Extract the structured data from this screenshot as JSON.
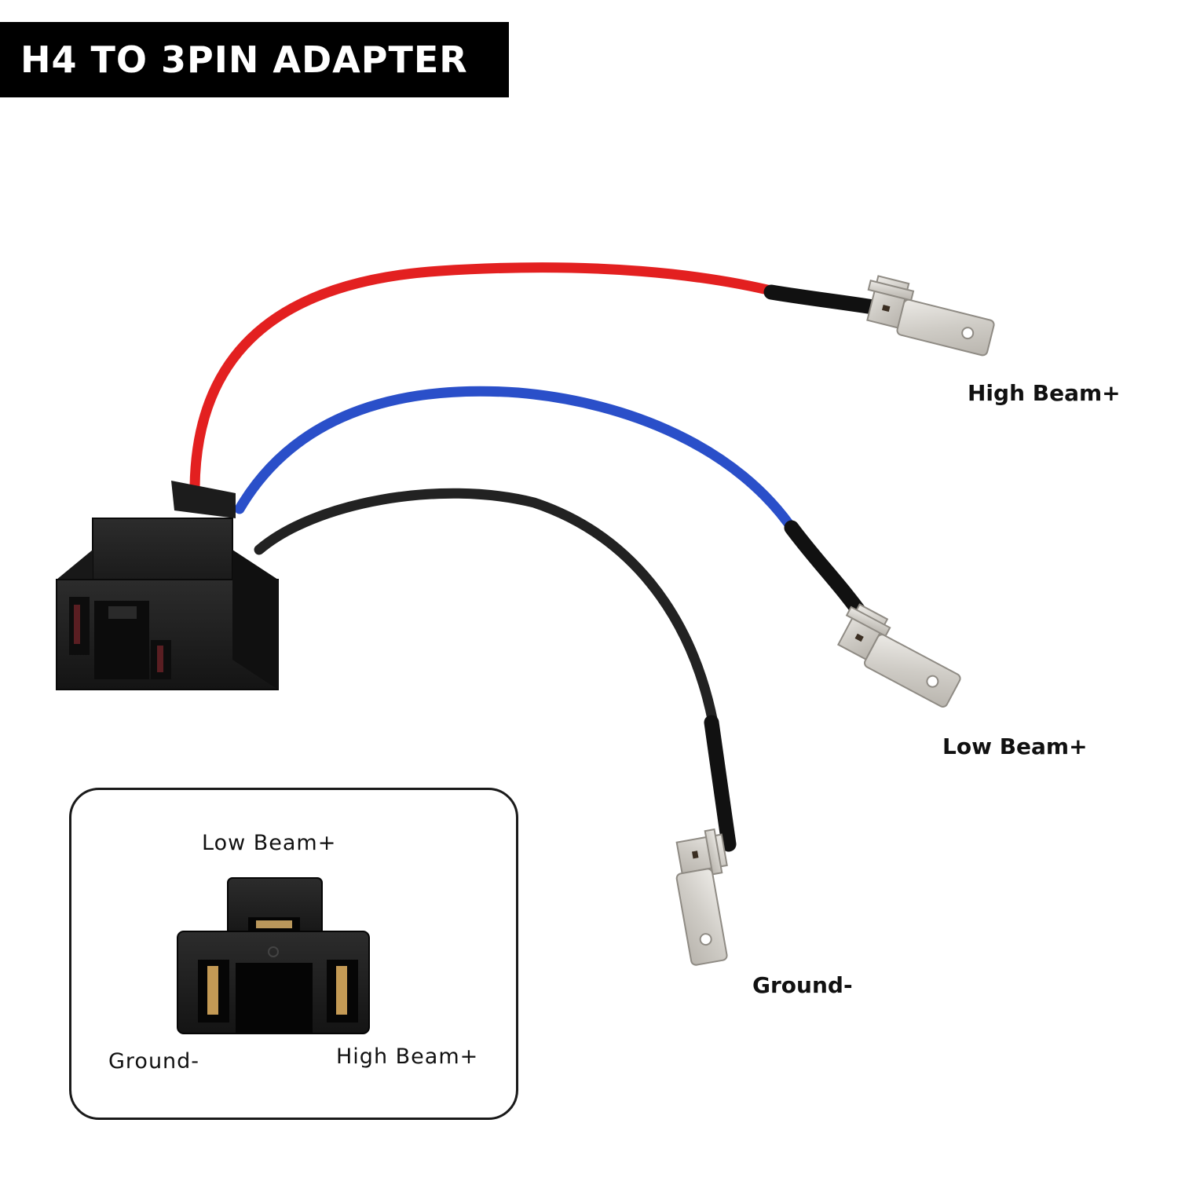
{
  "banner": {
    "title": "H4 TO 3PIN ADAPTER"
  },
  "wires": {
    "high_beam": {
      "label": "High Beam+",
      "color": "#e32020"
    },
    "low_beam": {
      "label": "Low Beam+",
      "color": "#2a4fc9"
    },
    "ground": {
      "label": "Ground-",
      "color": "#222222"
    }
  },
  "inset": {
    "top_label": "Low Beam+",
    "left_label": "Ground-",
    "right_label": "High Beam+"
  }
}
